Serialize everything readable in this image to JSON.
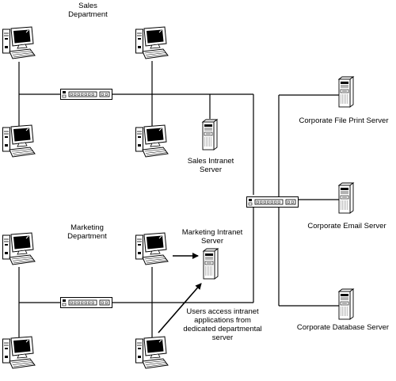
{
  "groups": {
    "sales": {
      "line1": "Sales",
      "line2": "Department"
    },
    "marketing": {
      "line1": "Marketing",
      "line2": "Department"
    }
  },
  "servers": {
    "sales_intranet": {
      "line1": "Sales Intranet",
      "line2": "Server"
    },
    "marketing_intranet": {
      "line1": "Marketing Intranet",
      "line2": "Server"
    },
    "file_print": "Corporate File Print Server",
    "email": "Corporate Email Server",
    "database": "Corporate Database Server"
  },
  "annotation": {
    "line1": "Users access intranet",
    "line2": "applications from",
    "line3": "dedicated departmental",
    "line4": "server"
  },
  "icons": {
    "workstation": "desktop-computer-icon",
    "server": "tower-server-icon",
    "hub": "network-hub-icon"
  },
  "colors": {
    "line": "#000000",
    "background": "#ffffff"
  }
}
